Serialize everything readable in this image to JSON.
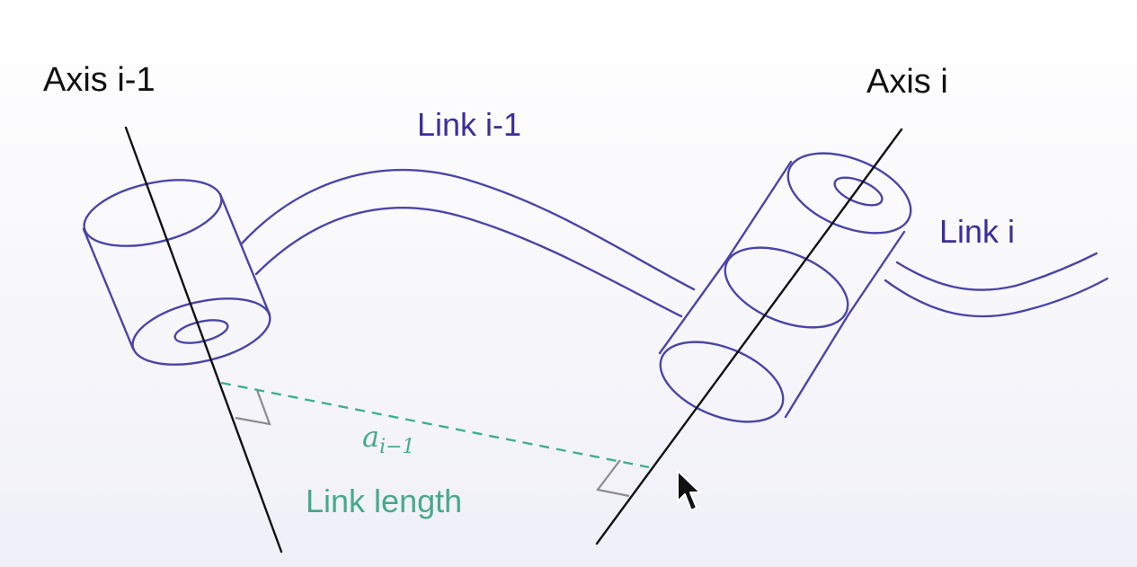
{
  "labels": {
    "axis_prev": "Axis i-1",
    "axis_curr": "Axis i",
    "link_prev": "Link i-1",
    "link_curr": "Link i",
    "link_length": "Link length"
  },
  "symbol": {
    "base": "a",
    "subscript": "i−1"
  },
  "colors": {
    "link_outline": "#4b45a8",
    "axis_line": "#111111",
    "link_length": "#48a98a",
    "right_angle_mark": "#8c8c8c"
  }
}
